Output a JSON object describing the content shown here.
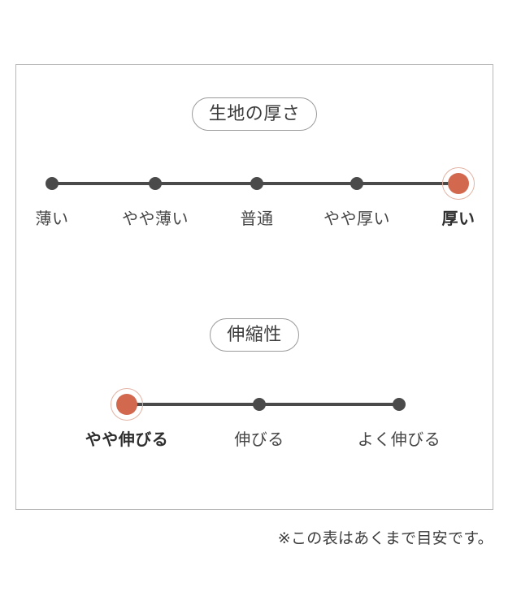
{
  "card": {
    "footnote": "※この表はあくまで目安です。"
  },
  "colors": {
    "selected": "#d2694f",
    "halo": "#e3b3a4",
    "track": "#4a4a4a",
    "dot": "#4a4a4a",
    "pill_border": "#9a9a9a",
    "card_border": "#b7b7b7",
    "text": "#454545",
    "background": "#ffffff"
  },
  "charts": [
    {
      "id": "thickness",
      "title": "生地の厚さ",
      "categories": [
        "薄い",
        "やや薄い",
        "普通",
        "やや厚い",
        "厚い"
      ],
      "selected_index": 4,
      "selected_label": "厚い"
    },
    {
      "id": "stretch",
      "title": "伸縮性",
      "categories": [
        "やや伸びる",
        "伸びる",
        "よく伸びる"
      ],
      "selected_index": 0,
      "selected_label": "やや伸びる"
    }
  ],
  "chart_data": {
    "type": "scatter",
    "title": "生地の厚さ・伸縮性",
    "note": "※この表はあくまで目安です。",
    "series": [
      {
        "name": "生地の厚さ",
        "categories": [
          "薄い",
          "やや薄い",
          "普通",
          "やや厚い",
          "厚い"
        ],
        "values": [
          0,
          0,
          0,
          0,
          1
        ],
        "selected_index": 4,
        "selected_label": "厚い",
        "scale_min_label": "薄い",
        "scale_max_label": "厚い",
        "points": 5
      },
      {
        "name": "伸縮性",
        "categories": [
          "やや伸びる",
          "伸びる",
          "よく伸びる"
        ],
        "values": [
          1,
          0,
          0
        ],
        "selected_index": 0,
        "selected_label": "やや伸びる",
        "scale_min_label": "やや伸びる",
        "scale_max_label": "よく伸びる",
        "points": 3
      }
    ],
    "xlabel": "",
    "ylabel": "",
    "grid": false,
    "legend": "none"
  }
}
